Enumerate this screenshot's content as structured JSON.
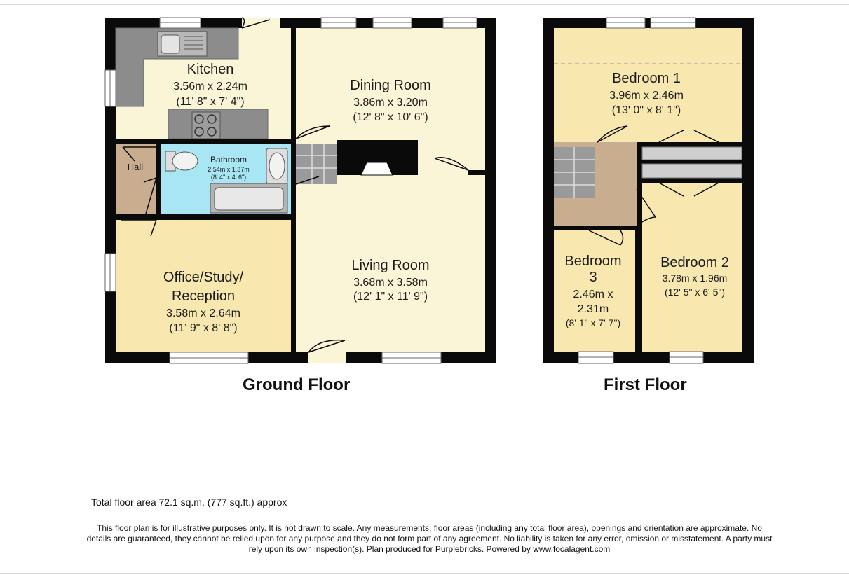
{
  "colors": {
    "wall": "#0a0a0a",
    "room_fill": "#fbf5d8",
    "office_fill": "#f8e8b0",
    "bedroom_fill": "#f8e8b0",
    "bathroom_fill": "#a8e6f4",
    "hall_fill": "#c9ad8f",
    "fixture_fill": "#8c8c8c"
  },
  "ground_floor": {
    "label": "Ground Floor",
    "rooms": {
      "kitchen": {
        "name": "Kitchen",
        "metric": "3.56m x 2.24m",
        "imperial": "(11' 8\" x 7' 4\")"
      },
      "dining": {
        "name": "Dining Room",
        "metric": "3.86m x 3.20m",
        "imperial": "(12' 8\" x 10' 6\")"
      },
      "hall": {
        "name": "Hall"
      },
      "bathroom": {
        "name": "Bathroom",
        "metric": "2.54m x 1.37m",
        "imperial": "(8' 4\" x 4' 6\")"
      },
      "office": {
        "name_line1": "Office/Study/",
        "name_line2": "Reception",
        "metric": "3.58m x 2.64m",
        "imperial": "(11' 9\" x 8' 8\")"
      },
      "living": {
        "name": "Living Room",
        "metric": "3.68m x 3.58m",
        "imperial": "(12' 1\" x 11' 9\")"
      }
    }
  },
  "first_floor": {
    "label": "First Floor",
    "rooms": {
      "bedroom1": {
        "name": "Bedroom 1",
        "metric": "3.96m x 2.46m",
        "imperial": "(13' 0\" x 8' 1\")"
      },
      "bedroom3": {
        "name_line1": "Bedroom",
        "name_line2": "3",
        "metric_line1": "2.46m x",
        "metric_line2": "2.31m",
        "imperial": "(8' 1\" x 7' 7\")"
      },
      "bedroom2": {
        "name": "Bedroom 2",
        "metric": "3.78m x 1.96m",
        "imperial": "(12' 5\" x 6' 5\")"
      }
    }
  },
  "footer": {
    "total_area": "Total floor area 72.1 sq.m. (777 sq.ft.) approx",
    "disclaimer": "This floor plan is for illustrative purposes only. It is not drawn to scale. Any measurements, floor areas (including any total floor area), openings and orientation are approximate. No details are guaranteed, they cannot be relied upon for any purpose and they do not form part of any agreement. No liability is taken for any error, omission or misstatement. A party must rely upon its own inspection(s). Plan produced for Purplebricks. Powered by www.focalagent.com"
  }
}
